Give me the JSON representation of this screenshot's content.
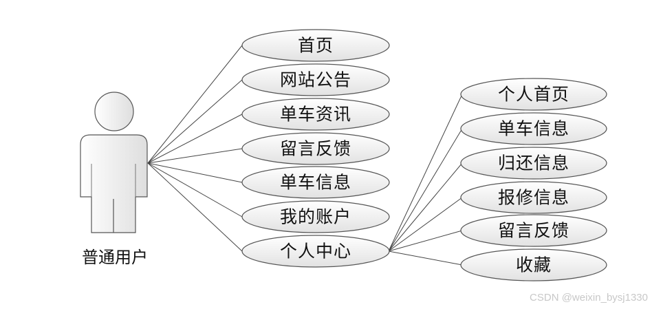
{
  "actor": {
    "label": "普通用户"
  },
  "main_use_cases": [
    {
      "id": "home",
      "label": "首页"
    },
    {
      "id": "announcements",
      "label": "网站公告"
    },
    {
      "id": "bike-news",
      "label": "单车资讯"
    },
    {
      "id": "feedback",
      "label": "留言反馈"
    },
    {
      "id": "bike-info",
      "label": "单车信息"
    },
    {
      "id": "my-account",
      "label": "我的账户"
    },
    {
      "id": "personal-center",
      "label": "个人中心"
    }
  ],
  "personal_center_use_cases": [
    {
      "id": "personal-home",
      "label": "个人首页"
    },
    {
      "id": "pc-bike-info",
      "label": "单车信息"
    },
    {
      "id": "return-info",
      "label": "归还信息"
    },
    {
      "id": "repair-info",
      "label": "报修信息"
    },
    {
      "id": "pc-feedback",
      "label": "留言反馈"
    },
    {
      "id": "favorites",
      "label": "收藏"
    }
  ],
  "watermark": "CSDN @weixin_bysj1330"
}
